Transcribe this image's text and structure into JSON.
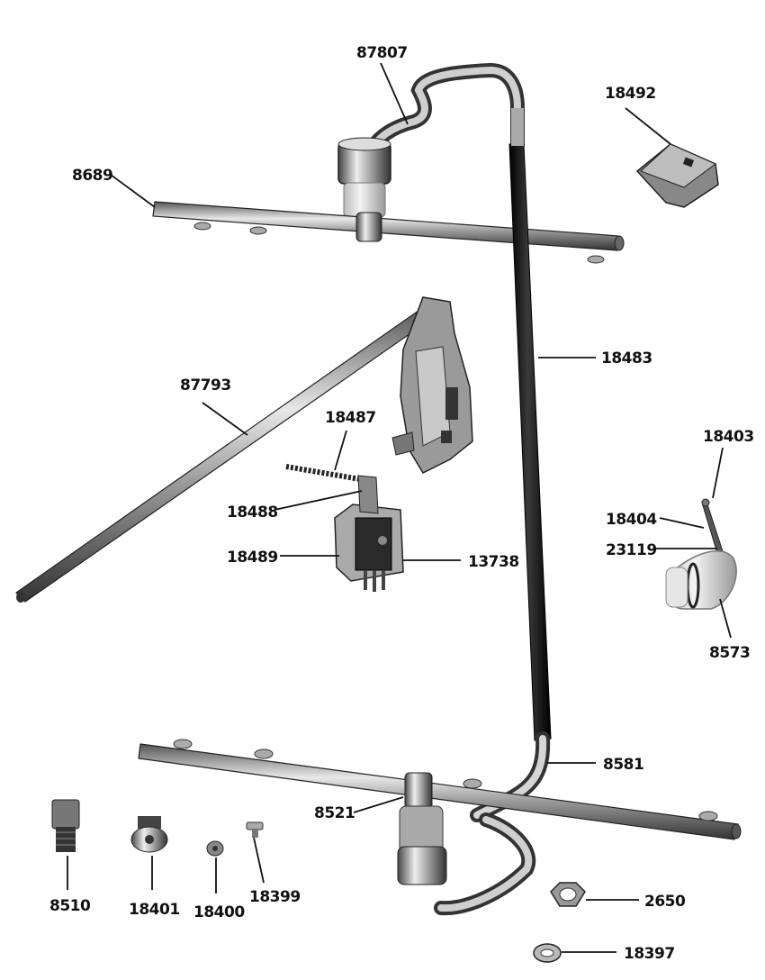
{
  "part_numbers": {
    "upper_wash_arm_connector": "87807",
    "clip": "18492",
    "upper_wash_arm": "8689",
    "supply_tube": "18483",
    "rod": "87793",
    "spring": "18487",
    "bracket": "18488",
    "switch_bracket": "18489",
    "microswitch": "13738",
    "pin": "18403",
    "clip_small": "18404",
    "o_ring": "23119",
    "elbow": "8573",
    "tube_bend": "8581",
    "lower_hub": "8521",
    "fitting": "8510",
    "plug_bolt": "18401",
    "nut_small": "18400",
    "screw": "18399",
    "hex_nut": "2650",
    "washer": "18397"
  }
}
